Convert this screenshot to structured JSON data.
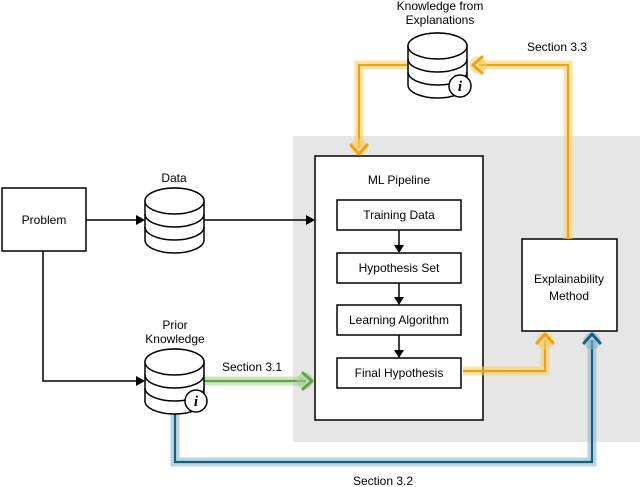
{
  "diagram": {
    "nodes": {
      "problem": {
        "label": "Problem"
      },
      "data_db": {
        "label": "Data"
      },
      "prior_knowledge_db": {
        "label_line1": "Prior",
        "label_line2": "Knowledge"
      },
      "knowledge_explanations_db": {
        "label_line1": "Knowledge from",
        "label_line2": "Explanations"
      },
      "ml_pipeline": {
        "title": "ML Pipeline",
        "steps": [
          "Training Data",
          "Hypothesis Set",
          "Learning Algorithm",
          "Final Hypothesis"
        ]
      },
      "explainability_method": {
        "label_line1": "Explainability",
        "label_line2": "Method"
      }
    },
    "edges": {
      "section_3_1": {
        "label": "Section 3.1",
        "color": "#61a24c"
      },
      "section_3_2": {
        "label": "Section 3.2",
        "color": "#16607e"
      },
      "section_3_3": {
        "label": "Section 3.3",
        "color": "#f0a30a"
      }
    },
    "info_symbol": "i"
  },
  "colors": {
    "region_bg": "#e6e6e6",
    "yellow": "#f0a30a",
    "yellow_halo": "#f8ce62",
    "green": "#61a24c",
    "green_halo": "#a9d18e",
    "blue": "#16607e",
    "blue_halo": "#85b3c8"
  }
}
